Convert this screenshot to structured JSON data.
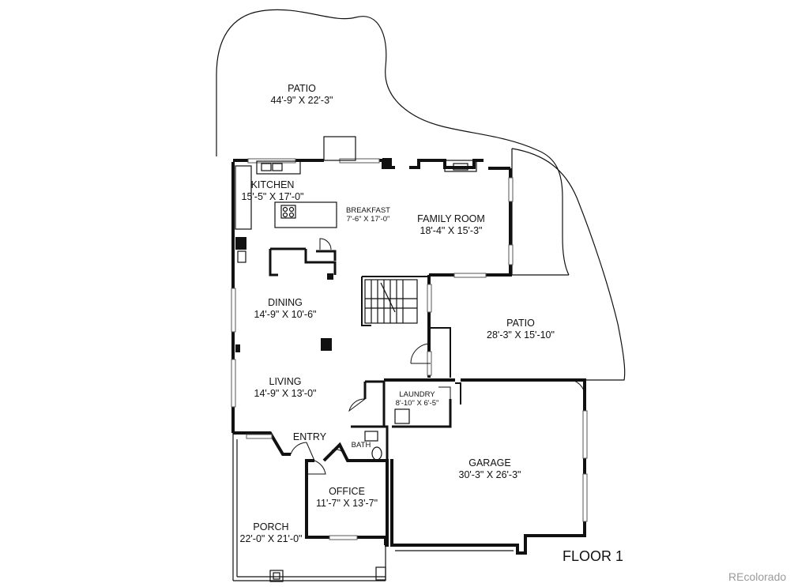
{
  "rooms": [
    {
      "name": "PATIO",
      "size": "44'-9\" X 22'-3\""
    },
    {
      "name": "KITCHEN",
      "size": "15'-5\" X 17'-0\""
    },
    {
      "name": "BREAKFAST",
      "size": "7'-6\" X 17'-0\""
    },
    {
      "name": "FAMILY ROOM",
      "size": "18'-4\" X 15'-3\""
    },
    {
      "name": "DINING",
      "size": "14'-9\" X 10'-6\""
    },
    {
      "name": "PATIO",
      "size": "28'-3\" X 15'-10\""
    },
    {
      "name": "LIVING",
      "size": "14'-9\" X 13'-0\""
    },
    {
      "name": "LAUNDRY",
      "size": "8'-10\" X 6'-5\""
    },
    {
      "name": "ENTRY",
      "size": ""
    },
    {
      "name": "BATH",
      "size": ""
    },
    {
      "name": "GARAGE",
      "size": "30'-3\" X 26'-3\""
    },
    {
      "name": "OFFICE",
      "size": "11'-7\" X 13'-7\""
    },
    {
      "name": "PORCH",
      "size": "22'-0\" X 21'-0\""
    }
  ],
  "floor_label": "FLOOR 1",
  "watermark": "REcolorado"
}
